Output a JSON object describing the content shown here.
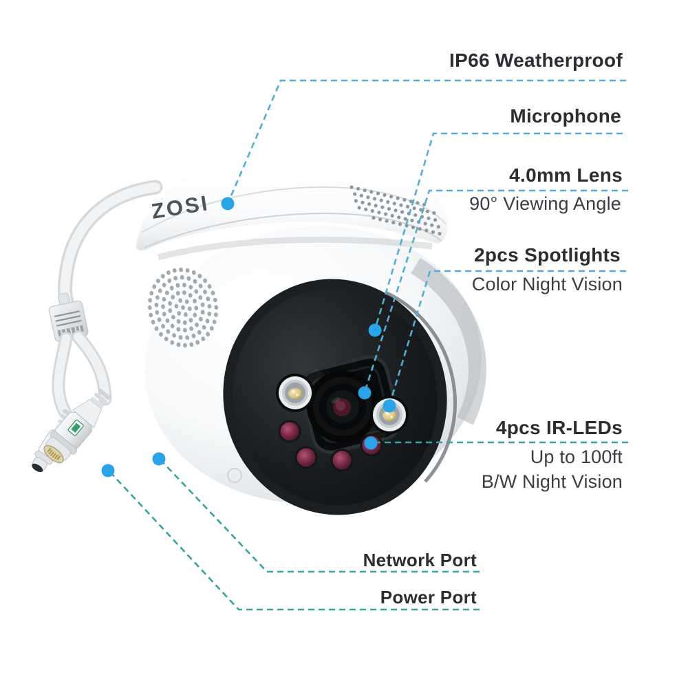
{
  "brand": {
    "logo": "ZOSI"
  },
  "features": [
    {
      "id": "weatherproof",
      "title": "IP66 Weatherproof"
    },
    {
      "id": "microphone",
      "title": "Microphone"
    },
    {
      "id": "lens",
      "title": "4.0mm Lens",
      "subtitle": "90° Viewing Angle"
    },
    {
      "id": "spotlights",
      "title": "2pcs Spotlights",
      "subtitle": "Color Night Vision"
    },
    {
      "id": "ir_leds",
      "title": "4pcs IR-LEDs",
      "subtitle": "Up to 100ft",
      "subtitle2": "B/W Night Vision"
    },
    {
      "id": "network_port",
      "title": "Network Port"
    },
    {
      "id": "power_port",
      "title": "Power Port"
    }
  ],
  "colors": {
    "callout_dot": "#2aa3e8",
    "line_blue": "#55aecf",
    "line_teal": "#35a49e",
    "text_primary": "#2b2d31",
    "text_secondary": "#3a3e43",
    "logo_gray": "#4d5358"
  }
}
